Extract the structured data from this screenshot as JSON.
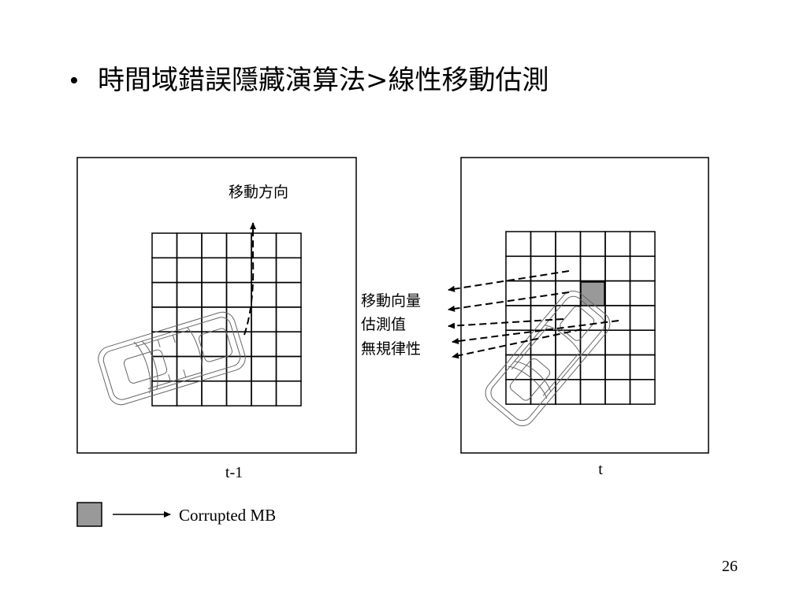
{
  "slide": {
    "bullet": "•",
    "title": "時間域錯誤隱藏演算法>線性移動估測",
    "page_number": "26"
  },
  "left_frame": {
    "caption": "t-1",
    "direction_label": "移動方向"
  },
  "right_frame": {
    "caption": "t",
    "motion_label_lines": [
      "移動向量",
      "估測值",
      "無規律性"
    ]
  },
  "legend": {
    "label": "Corrupted MB"
  },
  "colors": {
    "corrupted_block": "#999999",
    "line": "#000000"
  }
}
